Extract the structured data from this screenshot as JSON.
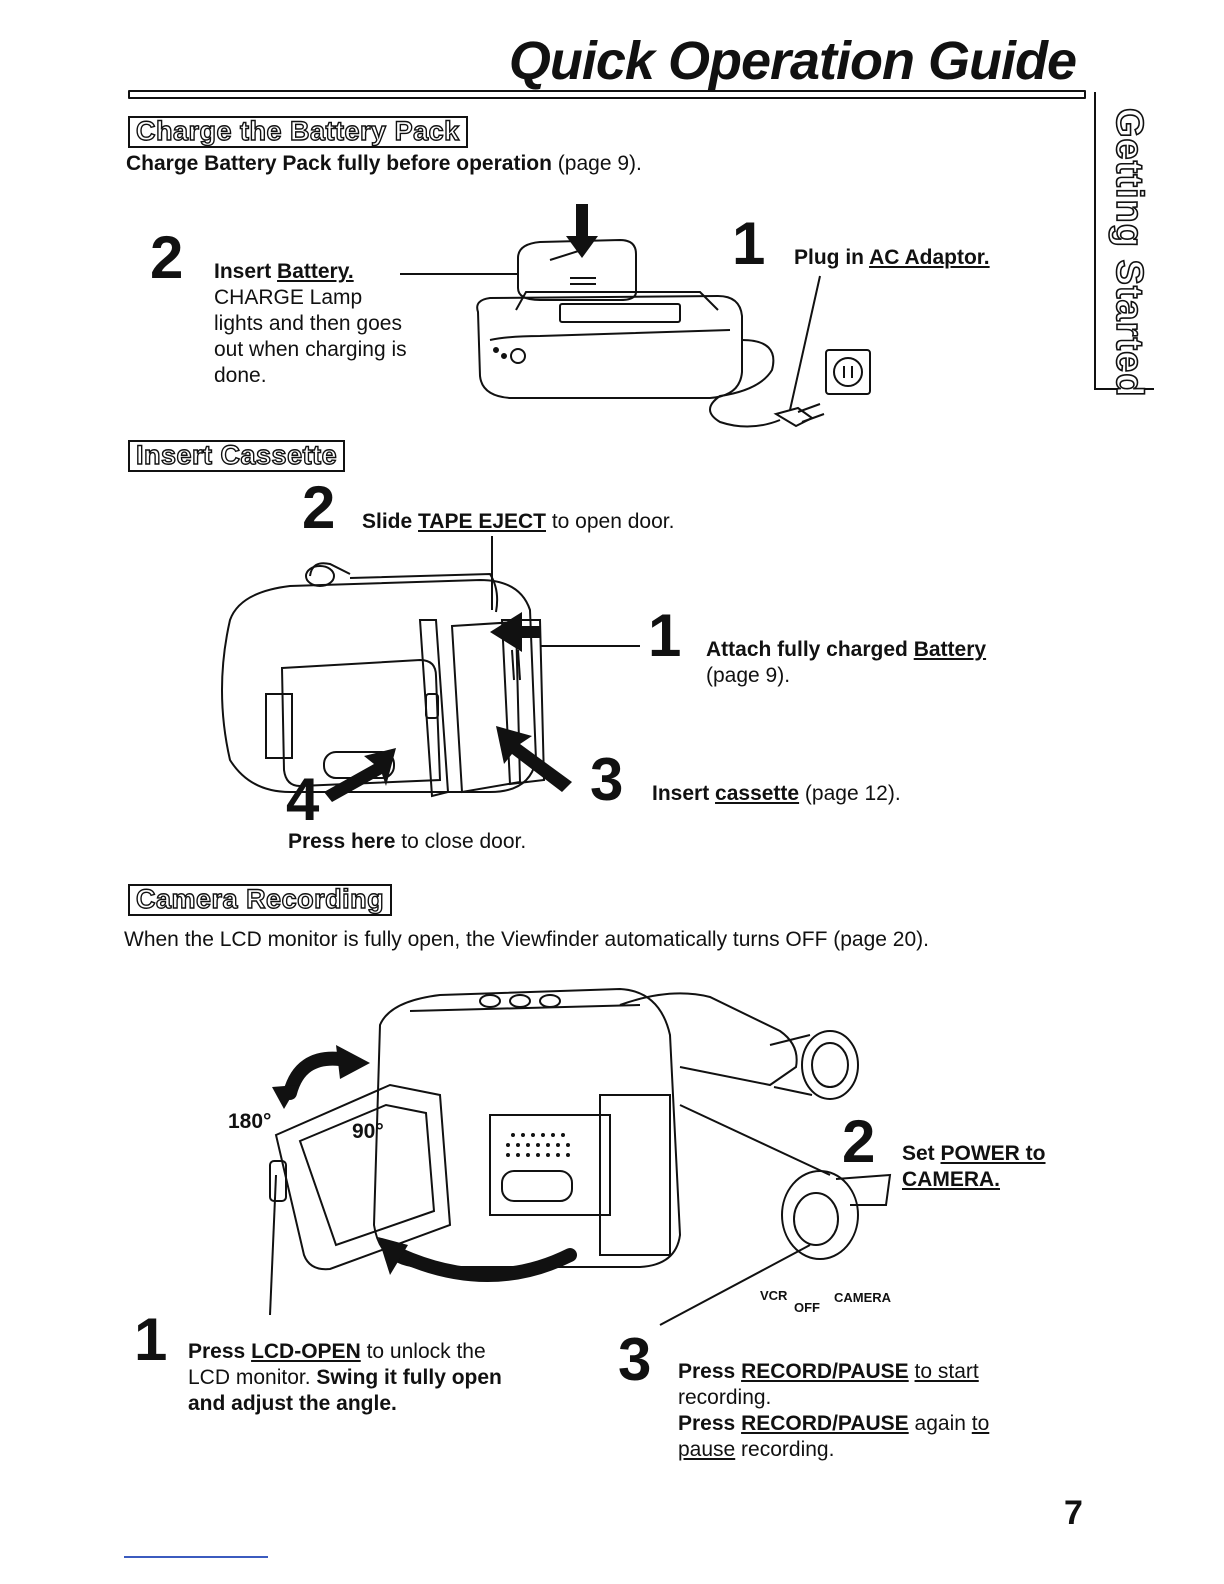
{
  "page": {
    "title": "Quick Operation Guide",
    "side_tab": "Getting Started",
    "page_number": "7"
  },
  "charge": {
    "heading": "Charge the Battery Pack",
    "intro_bold": "Charge Battery Pack fully before operation",
    "intro_rest": " (page 9).",
    "step1_num": "1",
    "step1_lead": "Plug in ",
    "step1_link": "AC Adaptor.",
    "step2_num": "2",
    "step2_lead": "Insert ",
    "step2_link": "Battery.",
    "step2_line1": "CHARGE Lamp",
    "step2_line2": "lights and then goes",
    "step2_line3": "out when charging is",
    "step2_line4": "done."
  },
  "cassette": {
    "heading": "Insert Cassette",
    "step2_num": "2",
    "step2_lead": "Slide ",
    "step2_link": "TAPE EJECT",
    "step2_rest": " to open door.",
    "step1_num": "1",
    "step1_lead": "Attach fully charged ",
    "step1_link": "Battery",
    "step1_page": "(page 9).",
    "step3_num": "3",
    "step3_lead": "Insert ",
    "step3_link": "cassette",
    "step3_rest": " (page 12).",
    "step4_num": "4",
    "step4_bold": "Press here",
    "step4_rest": " to close door."
  },
  "recording": {
    "heading": "Camera Recording",
    "intro": "When the LCD monitor is fully open, the Viewfinder automatically turns OFF (page 20).",
    "angle_180": "180°",
    "angle_90": "90°",
    "switch_vcr": "VCR",
    "switch_off": "OFF",
    "switch_camera": "CAMERA",
    "step1_num": "1",
    "step1_lead": "Press ",
    "step1_link": "LCD-OPEN",
    "step1_rest": " to unlock the",
    "step1_line2_a": "LCD monitor. ",
    "step1_line2_b": "Swing it fully open",
    "step1_line3": "and adjust the angle.",
    "step2_num": "2",
    "step2_lead": "Set ",
    "step2_link1": "POWER to",
    "step2_link2": "CAMERA.",
    "step3_num": "3",
    "step3_lead": "Press ",
    "step3_link": "RECORD/PAUSE",
    "step3_rest_link": "to start",
    "step3_line2": "recording.",
    "step3_line3_lead": "Press ",
    "step3_line3_link": "RECORD/PAUSE",
    "step3_line3_rest": " again ",
    "step3_line3_to": "to",
    "step3_line4_link": "pause",
    "step3_line4_rest": " recording."
  }
}
